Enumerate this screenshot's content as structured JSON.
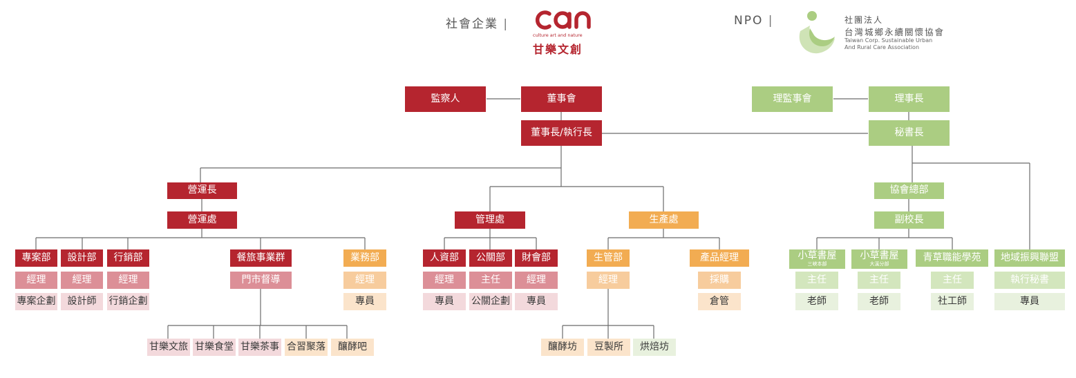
{
  "header": {
    "social_enterprise_label": "社會企業",
    "social_enterprise_pipe": "|",
    "can_logo_text": "can",
    "can_tagline": "culture art and nature",
    "can_name": "甘樂文創",
    "npo_label": "NPO",
    "npo_pipe": "|",
    "npo_line1": "社團法人",
    "npo_line2": "台灣城鄉永續關懷協會",
    "npo_line3": "Taiwan Corp. Sustainable Urban",
    "npo_line4": "And Rural Care Association"
  },
  "colors": {
    "red_dark": "#b5252f",
    "red_mid": "#dc8f97",
    "red_light": "#f3d9dc",
    "orange_dark": "#f2ac52",
    "orange_mid": "#f7cc9d",
    "orange_light": "#fbe4cb",
    "green_dark": "#abcd82",
    "green_mid": "#d3e6bd",
    "green_light": "#e8f1de",
    "line": "#6b6b6b"
  },
  "chart": {
    "supervisor": "監察人",
    "board": "董事會",
    "chairman_ceo": "董事長/執行長",
    "coo": "營運長",
    "operations_office": "營運處",
    "project_dept": "專案部",
    "design_dept": "設計部",
    "marketing_dept": "行銷部",
    "project_manager": "經理",
    "design_manager": "經理",
    "marketing_manager": "經理",
    "project_planner": "專案企劃",
    "designer": "設計師",
    "marketing_planner": "行銷企劃",
    "fnb_group": "餐旅事業群",
    "store_supervisor": "門市督導",
    "venue_1": "甘樂文旅",
    "venue_2": "甘樂食堂",
    "venue_3": "甘樂茶事",
    "venue_4": "合習聚落",
    "venue_5": "釀酵吧",
    "sales_dept": "業務部",
    "sales_manager": "經理",
    "sales_specialist": "專員",
    "management_office": "管理處",
    "hr_dept": "人資部",
    "pr_dept": "公關部",
    "finance_dept": "財會部",
    "hr_manager": "經理",
    "pr_director": "主任",
    "finance_manager": "經理",
    "hr_specialist": "專員",
    "pr_planner": "公關企劃",
    "finance_specialist": "專員",
    "production_office": "生產處",
    "production_mgmt_dept": "生管部",
    "production_mgmt_manager": "經理",
    "workshop_1": "釀酵坊",
    "workshop_2": "豆製所",
    "workshop_3": "烘焙坊",
    "product_manager": "產品經理",
    "procurement": "採購",
    "warehouse": "倉管",
    "council": "理監事會",
    "president": "理事長",
    "secretary_general": "秘書長",
    "association_hq": "協會總部",
    "vice_principal": "副校長",
    "house_1": "小草書屋",
    "house_1_sub": "三峽本部",
    "house_2": "小草書屋",
    "house_2_sub": "大溪分部",
    "youth_academy": "青草職能學苑",
    "alliance": "地域振興聯盟",
    "house_1_director": "主任",
    "house_2_director": "主任",
    "academy_director": "主任",
    "executive_secretary": "執行秘書",
    "house_1_teacher": "老師",
    "house_2_teacher": "老師",
    "social_worker": "社工師",
    "alliance_specialist": "專員"
  }
}
